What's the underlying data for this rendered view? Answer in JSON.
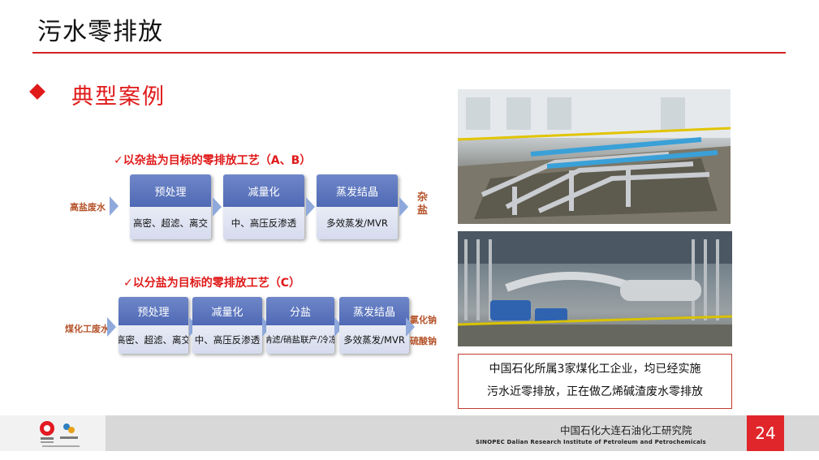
{
  "slide": {
    "title": "污水零排放",
    "section": "典型案例",
    "page_number": "24"
  },
  "process_a": {
    "title": "✓以杂盐为目标的零排放工艺（A、B）",
    "input": "高盐废水",
    "output": "杂盐",
    "steps": [
      {
        "head": "预处理",
        "body": "高密、超滤、离交"
      },
      {
        "head": "减量化",
        "body": "中、高压反渗透"
      },
      {
        "head": "蒸发结晶",
        "body": "多效蒸发/MVR"
      }
    ]
  },
  "process_c": {
    "title": "✓以分盐为目标的零排放工艺（C）",
    "input": "煤化工废水",
    "outputs": [
      "氯化钠",
      "硫酸钠"
    ],
    "steps": [
      {
        "head": "预处理",
        "body": "高密、超滤、离交"
      },
      {
        "head": "减量化",
        "body": "中、高压反渗透"
      },
      {
        "head": "分盐",
        "body": "纳滤/硝盐联产/冷冻"
      },
      {
        "head": "蒸发结晶",
        "body": "多效蒸发/MVR"
      }
    ]
  },
  "caption": {
    "line1": "中国石化所属3家煤化工企业，均已经实施",
    "line2": "污水近零排放，正在做乙烯碱渣废水零排放"
  },
  "footer": {
    "org_cn": "中国石化大连石油化工研究院",
    "org_en": "SINOPEC  Dalian Research Institute of Petroleum  and Petrochemicals"
  },
  "colors": {
    "accent": "#e01919",
    "box_head": "#5b74bd",
    "box_body": "#e2e6f3"
  }
}
